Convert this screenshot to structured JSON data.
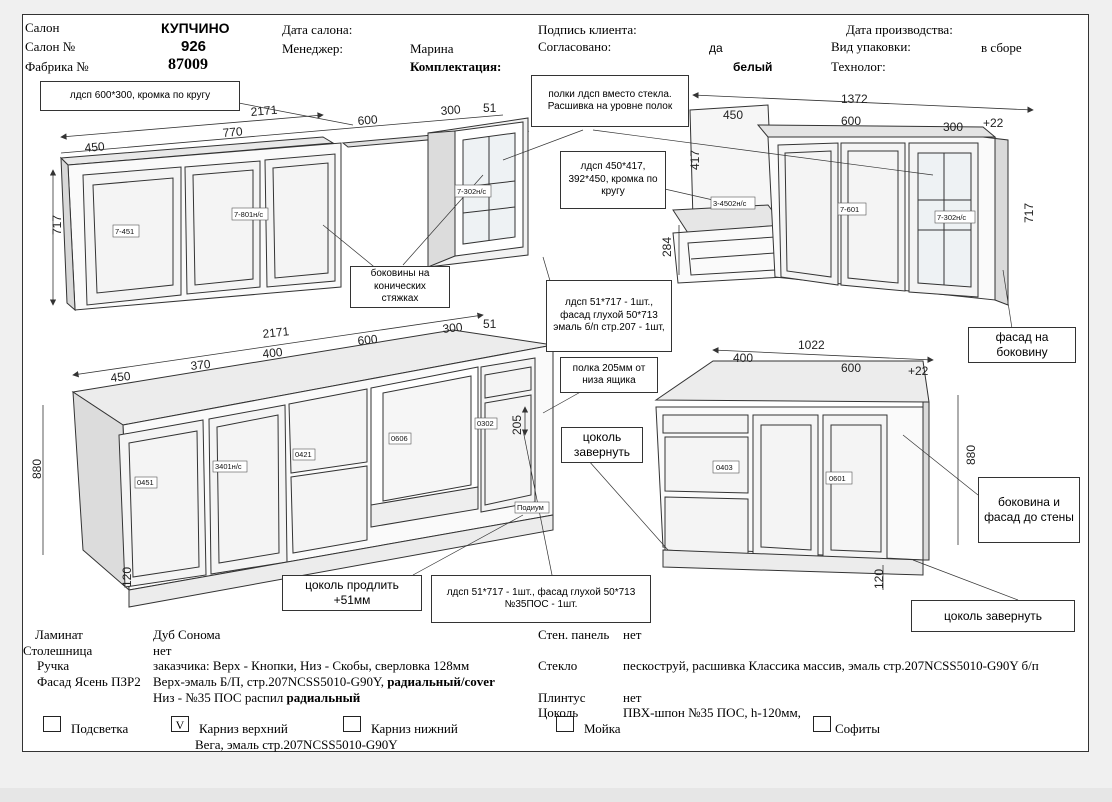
{
  "header": {
    "salon_label": "Салон",
    "salon_value": "КУПЧИНО",
    "salon_no_label": "Салон №",
    "salon_no_value": "926",
    "factory_label": "Фабрика №",
    "factory_value": "87009",
    "salon_date_label": "Дата салона:",
    "manager_label": "Менеджер:",
    "manager_value": "Марина",
    "kit_label": "Комплектация:",
    "client_sign_label": "Подпись клиента:",
    "agreed_label": "Согласовано:",
    "agreed_value": "да",
    "color_fragment": "белый",
    "production_date_label": "Дата производства:",
    "packing_label": "Вид упаковки:",
    "packing_value": "в сборе",
    "technologist_label": "Технолог:"
  },
  "notes": {
    "n1": "лдсп 600*300, кромка по кругу",
    "n2": "полки лдсп вместо стекла. Расшивка на уровне полок",
    "n3": "лдсп 450*417, 392*450, кромка по кругу",
    "n4": "боковины на конических стяжках",
    "n5": "лдсп 51*717 - 1шт., фасад глухой 50*713 эмаль б/п стр.207 - 1шт,",
    "n6": "фасад на боковину",
    "n7": "полка 205мм от низа ящика",
    "n8": "цоколь завернуть",
    "n9": "боковина и фасад до стены",
    "n10": "цоколь продлить +51мм",
    "n11": "лдсп 51*717 - 1шт., фасад глухой 50*713 №35ПОС - 1шт.",
    "n12": "цоколь завернуть"
  },
  "dims": {
    "top_left_total": "2171",
    "top_left_450": "450",
    "top_left_770": "770",
    "top_left_600": "600",
    "top_left_300": "300",
    "top_left_51": "51",
    "top_left_h": "717",
    "top_right_total": "1372",
    "top_right_450": "450",
    "top_right_600": "600",
    "top_right_300": "300",
    "top_right_22": "+22",
    "top_right_417": "417",
    "top_right_284": "284",
    "top_right_h": "717",
    "bot_left_total": "2171",
    "bot_left_450": "450",
    "bot_left_370": "370",
    "bot_left_400": "400",
    "bot_left_600": "600",
    "bot_left_300": "300",
    "bot_left_51": "51",
    "bot_left_h": "880",
    "bot_left_plinth": "120",
    "bot_left_205": "205",
    "bot_right_total": "1022",
    "bot_right_400": "400",
    "bot_right_600": "600",
    "bot_right_22": "+22",
    "bot_right_h": "880",
    "bot_right_plinth": "120"
  },
  "tags": {
    "t7451": "7-451",
    "t7801": "7-801н/с",
    "t7302a": "7-302н/с",
    "t34502": "3-4502н/с",
    "t7601": "7-601",
    "t7302b": "7-302н/с",
    "t0451": "0451",
    "t3401": "3401н/с",
    "t0421": "0421",
    "t0606": "0606",
    "t0302": "0302",
    "podium": "Подиум",
    "t0403": "0403",
    "t0601": "0601"
  },
  "specs": {
    "laminate_label": "Ламинат",
    "laminate_value": "Дуб Сонома",
    "top_label": "Столешница",
    "top_value": "нет",
    "handle_label": "Ручка",
    "handle_value": "заказчика: Верх - Кнопки, Низ - Скобы, сверловка 128мм",
    "facade_label": "Фасад Ясень ПЗР2",
    "facade_value_1": "Верх-эмаль Б/П, стр.207NCSS5010-G90Y,",
    "facade_value_1b": "радиальный/cover",
    "facade_value_2": "Низ - №35 ПОС распил",
    "facade_value_2b": "радиальный",
    "wall_panel_label": "Стен. панель",
    "wall_panel_value": "нет",
    "glass_label": "Стекло",
    "glass_value": "пескоструй, расшивка Классика массив, эмаль  стр.207NCSS5010-G90Y б/п",
    "plinth_label": "Плинтус",
    "plinth_value": "нет",
    "socle_label": "Цоколь",
    "socle_value": "ПВХ-шпон  №35 ПОС, h-120мм,",
    "backlight_label": "Подсветка",
    "cornice_top_label": "Карниз верхний",
    "cornice_top_checked": "V",
    "cornice_top_value": "Вега, эмаль  стр.207NCSS5010-G90Y",
    "cornice_bottom_label": "Карниз нижний",
    "sink_label": "Мойка",
    "soffits_label": "Софиты"
  }
}
